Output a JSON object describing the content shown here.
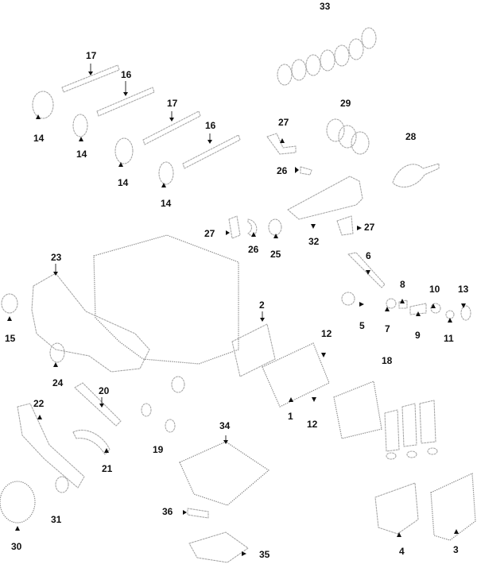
{
  "diagram": {
    "callouts": {
      "c1": "1",
      "c2": "2",
      "c3": "3",
      "c4": "4",
      "c5": "5",
      "c6": "6",
      "c7": "7",
      "c8": "8",
      "c9": "9",
      "c10": "10",
      "c11": "11",
      "c12a": "12",
      "c12b": "12",
      "c13": "13",
      "c14a": "14",
      "c14b": "14",
      "c14c": "14",
      "c14d": "14",
      "c15": "15",
      "c16a": "16",
      "c16b": "16",
      "c17a": "17",
      "c17b": "17",
      "c18": "18",
      "c19": "19",
      "c20": "20",
      "c21": "21",
      "c22": "22",
      "c23": "23",
      "c24": "24",
      "c25": "25",
      "c26a": "26",
      "c26b": "26",
      "c27a": "27",
      "c27b": "27",
      "c27c": "27",
      "c28": "28",
      "c29": "29",
      "c30": "30",
      "c31": "31",
      "c32": "32",
      "c33": "33",
      "c34": "34",
      "c35": "35",
      "c36": "36"
    },
    "colors": {
      "part_line": "#a8a8a8",
      "callout": "#111111",
      "background": "#ffffff"
    }
  }
}
